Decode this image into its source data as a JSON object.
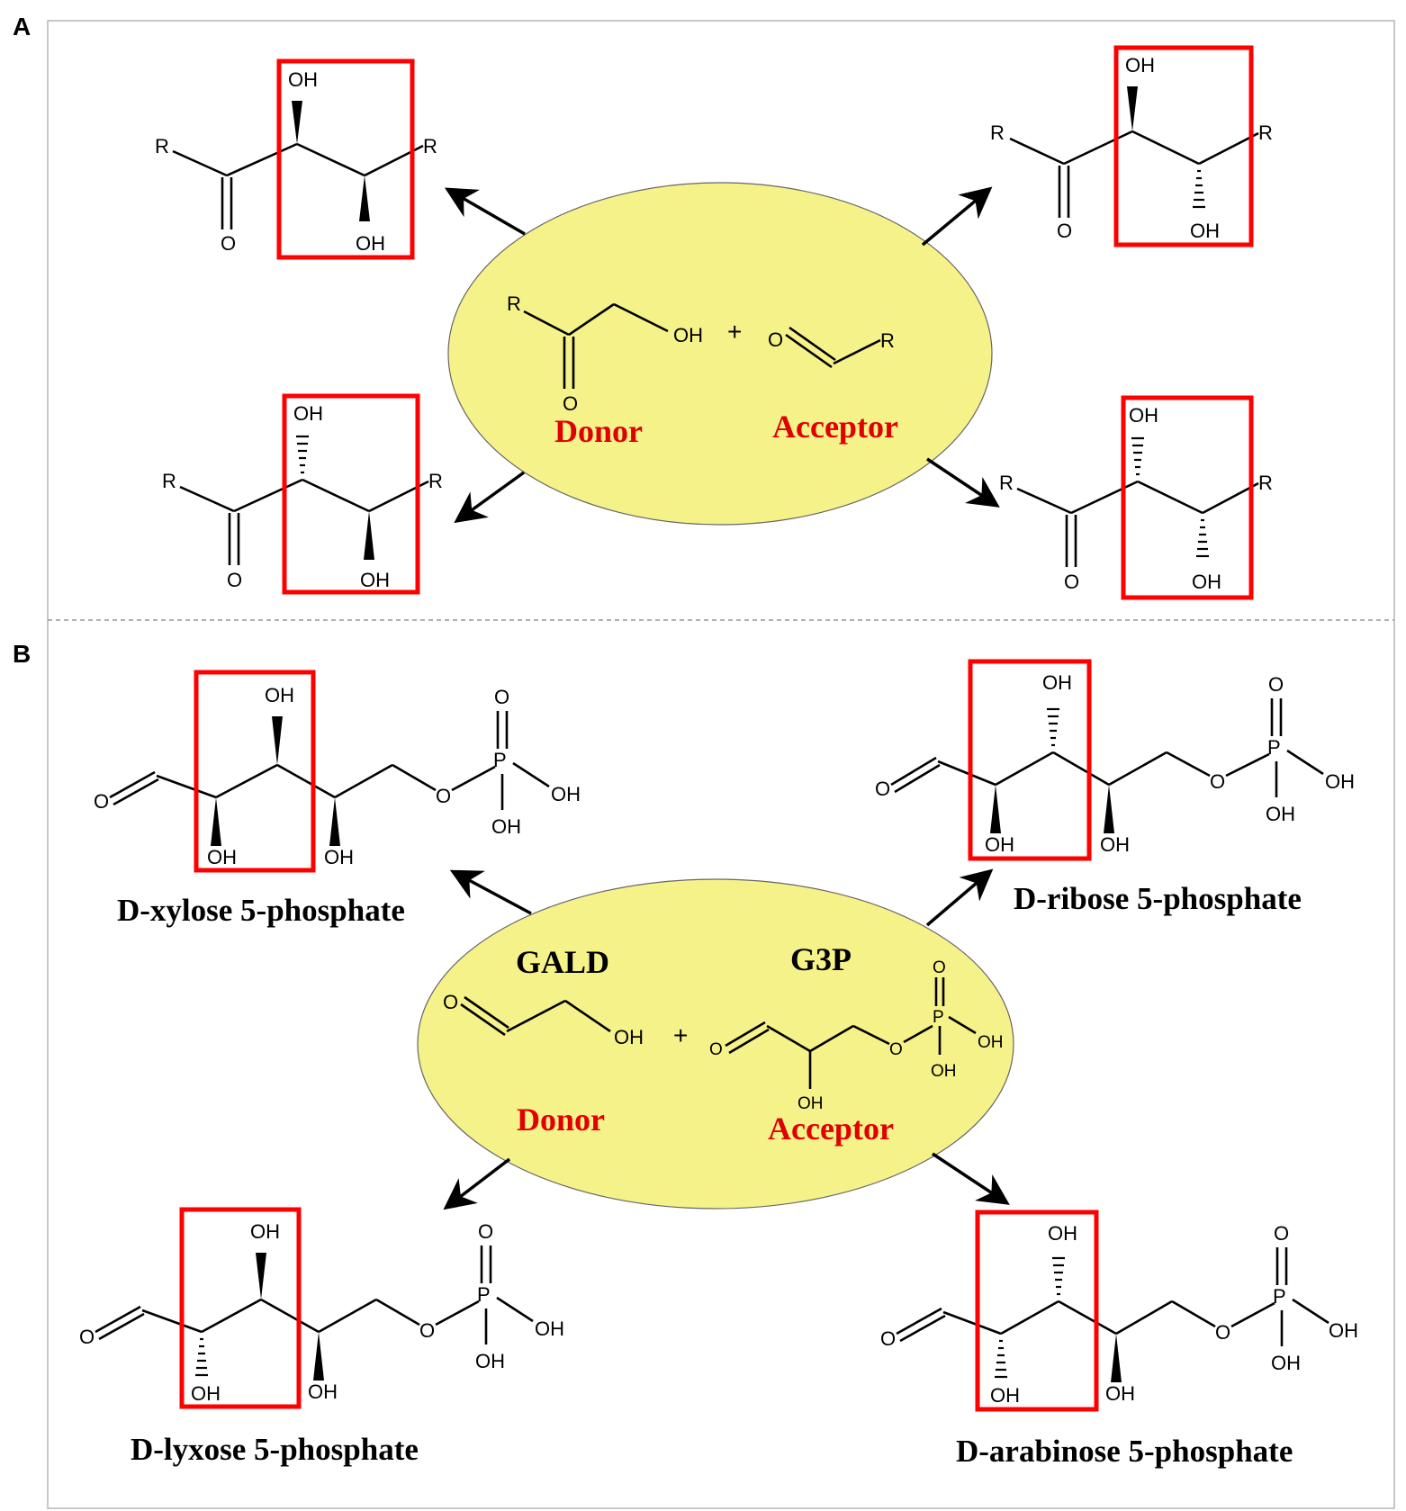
{
  "panels": {
    "a": {
      "label": "A"
    },
    "b": {
      "label": "B"
    }
  },
  "atoms": {
    "r": "R",
    "o": "O",
    "oh": "OH",
    "p": "P"
  },
  "operators": {
    "plus": "+"
  },
  "panel_a": {
    "donor_label": "Donor",
    "acceptor_label": "Acceptor"
  },
  "panel_b": {
    "donor_name": "GALD",
    "acceptor_name": "G3P",
    "donor_label": "Donor",
    "acceptor_label": "Acceptor",
    "products": {
      "top_left": "D-xylose 5-phosphate",
      "top_right": "D-ribose 5-phosphate",
      "bottom_left": "D-lyxose 5-phosphate",
      "bottom_right": "D-arabinose 5-phosphate"
    }
  },
  "colors": {
    "highlight_box": "#ff0000",
    "ellipse_fill": "#f6f28a",
    "role_label": "#e00000"
  }
}
